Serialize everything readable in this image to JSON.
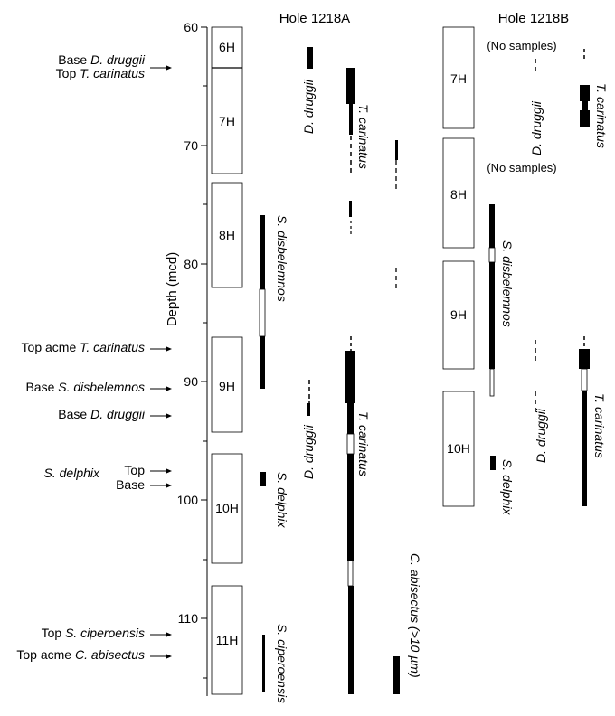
{
  "headers": {
    "hole_a": "Hole 1218A",
    "hole_b": "Hole 1218B"
  },
  "axis": {
    "label": "Depth (mcd)",
    "ticks": [
      60,
      70,
      80,
      90,
      100,
      110
    ]
  },
  "no_samples": [
    "(No samples)",
    "(No samples)"
  ],
  "events": [
    {
      "pre": "Base ",
      "italic": "D. druggii",
      "post": ""
    },
    {
      "pre": "Top ",
      "italic": "T. carinatus",
      "post": ""
    },
    {
      "pre": "Top acme ",
      "italic": "T. carinatus",
      "post": ""
    },
    {
      "pre": "Base ",
      "italic": "S. disbelemnos",
      "post": ""
    },
    {
      "pre": "Base ",
      "italic": "D. druggii",
      "post": ""
    },
    {
      "pre": "Top",
      "italic": "",
      "post": ""
    },
    {
      "pre": "Base",
      "italic": "",
      "post": ""
    },
    {
      "pre": "Top ",
      "italic": "S. ciperoensis",
      "post": ""
    },
    {
      "pre": "Top acme ",
      "italic": "C. abisectus",
      "post": ""
    }
  ],
  "delphix_group_label": "S. delphix",
  "cores_a": [
    "6H",
    "7H",
    "8H",
    "9H",
    "10H",
    "11H"
  ],
  "cores_b": [
    "7H",
    "8H",
    "9H",
    "10H"
  ],
  "taxa": {
    "a_druggii": "D. druggii",
    "a_carinatus": "T. carinatus",
    "a_disbelemnos": "S. disbelemnos",
    "a_druggii_2": "D. druggii",
    "a_carinatus_2": "T. carinatus",
    "a_delphix": "S. delphix",
    "a_ciperoensis": "S. ciperoensis",
    "a_abisectus": "C. abisectus (>10 µm)",
    "b_druggii": "D. druggii",
    "b_carinatus": "T. carinatus",
    "b_disbelemnos": "S. disbelemnos",
    "b_delphix": "S. delphix",
    "b_druggii_2": "D. druggii",
    "b_carinatus_2": "T. carinatus"
  }
}
